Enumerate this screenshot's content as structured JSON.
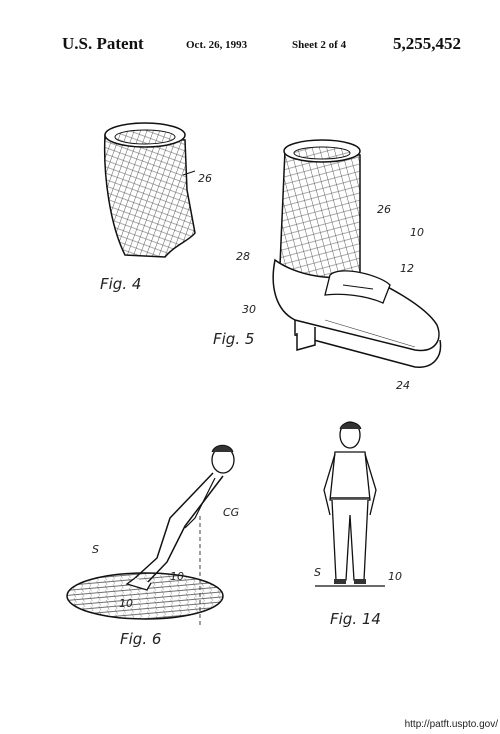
{
  "header": {
    "title": "U.S. Patent",
    "date": "Oct. 26, 1993",
    "sheet": "Sheet 2 of 4",
    "patent_number": "5,255,452"
  },
  "figures": {
    "fig4": {
      "label": "Fig. 4",
      "refs": {
        "r26": "26"
      }
    },
    "fig5": {
      "label": "Fig. 5",
      "refs": {
        "r26": "26",
        "r10": "10",
        "r28": "28",
        "r12": "12",
        "r30": "30",
        "r24": "24"
      }
    },
    "fig6": {
      "label": "Fig. 6",
      "refs": {
        "cg": "CG",
        "s": "S",
        "r10a": "10",
        "r10b": "10"
      }
    },
    "fig14": {
      "label": "Fig. 14",
      "refs": {
        "s": "S",
        "r10": "10"
      }
    }
  },
  "footer": {
    "url": "http://patft.uspto.gov/"
  }
}
